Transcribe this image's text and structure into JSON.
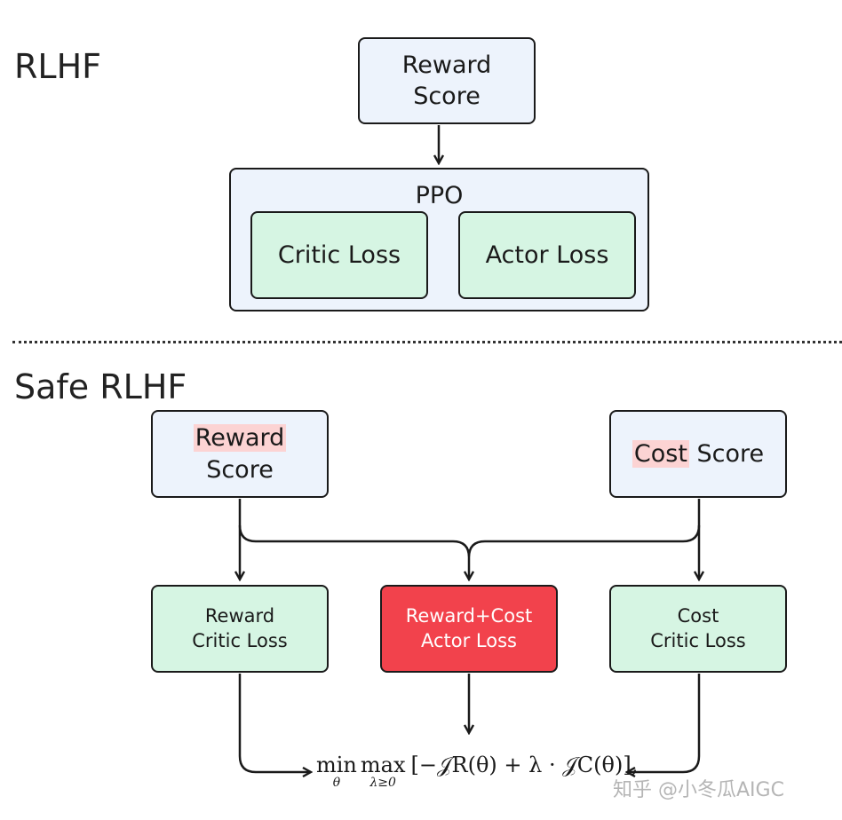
{
  "rlhf": {
    "title": "RLHF",
    "reward_score": [
      "Reward",
      "Score"
    ],
    "ppo": "PPO",
    "critic_loss": "Critic Loss",
    "actor_loss": "Actor Loss"
  },
  "safe_rlhf": {
    "title": "Safe RLHF",
    "reward_score": {
      "highlight": "Reward",
      "rest": "Score"
    },
    "cost_score": {
      "highlight": "Cost",
      "rest": " Score"
    },
    "reward_critic_loss": [
      "Reward",
      "Critic Loss"
    ],
    "actor_loss": [
      "Reward+Cost",
      "Actor Loss"
    ],
    "cost_critic_loss": [
      "Cost",
      "Critic Loss"
    ]
  },
  "formula": {
    "min": "min",
    "min_sub": "θ",
    "max": "max",
    "max_sub": "λ≥0",
    "expression": "[−𝒥R(θ) + λ · 𝒥C(θ)],"
  },
  "watermark": "知乎 @小冬瓜AIGC",
  "colors": {
    "blue_box": "#edf3fc",
    "green_box": "#d6f5e3",
    "red_box": "#f2424c",
    "highlight": "#fcd3d3"
  }
}
